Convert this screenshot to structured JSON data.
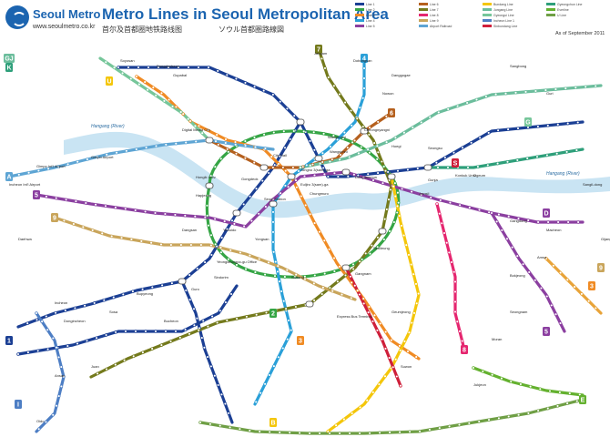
{
  "header": {
    "brand": "Seoul Metro",
    "website": "www.seoulmetro.co.kr",
    "title": "Metro Lines in Seoul Metropolitan Area",
    "subtitle_cn": "首尔及首都圈地铁路线图",
    "subtitle_jp": "ソウル首都圏路線図",
    "as_of": "As of September 2011"
  },
  "colors": {
    "brand": "#1b64b0",
    "river": "#c9e4f3",
    "line1": "#1b3f94",
    "line2": "#35a545",
    "line3": "#f08b24",
    "line4": "#2aa0d8",
    "line5": "#8b3fa0",
    "line6": "#b5601e",
    "line7": "#747a1c",
    "line8": "#e5266f",
    "line9": "#c9a55b",
    "airport": "#5ea5d4",
    "bundang": "#f4c60a",
    "jungang": "#6bbd9c",
    "gyeongui": "#76c69a",
    "incheon": "#4d7ec4",
    "sinbundang": "#cf1f3a",
    "gyeongchun": "#2e9f7a",
    "ui_e": "#6f9f45",
    "everline": "#64b12f",
    "agl": "#e8a338"
  },
  "legend": [
    {
      "key": "line1",
      "label": "Line 1"
    },
    {
      "key": "line2",
      "label": "Line 2"
    },
    {
      "key": "line3",
      "label": "Line 3"
    },
    {
      "key": "line4",
      "label": "Line 4"
    },
    {
      "key": "line5",
      "label": "Line 5"
    },
    {
      "key": "line6",
      "label": "Line 6"
    },
    {
      "key": "line7",
      "label": "Line 7"
    },
    {
      "key": "line8",
      "label": "Line 8"
    },
    {
      "key": "line9",
      "label": "Line 9"
    },
    {
      "key": "airport",
      "label": "Airport Railroad"
    },
    {
      "key": "bundang",
      "label": "Bundang Line"
    },
    {
      "key": "jungang",
      "label": "Jungang Line"
    },
    {
      "key": "gyeongui",
      "label": "Gyeongui Line"
    },
    {
      "key": "incheon",
      "label": "Incheon Line 1"
    },
    {
      "key": "sinbundang",
      "label": "Sinbundang Line"
    },
    {
      "key": "gyeongchun",
      "label": "Gyeongchun Line"
    },
    {
      "key": "everline",
      "label": "Everline"
    },
    {
      "key": "ui_e",
      "label": "U Line"
    }
  ],
  "map": {
    "river_label_w": "Hangang (River)",
    "river_label_e": "Hangang (River)",
    "stations": [
      "Soyosan",
      "Dongducheon",
      "Jangam",
      "Dobongsan",
      "Nowon",
      "Danggogae",
      "Cheongnyangni",
      "Sangbong",
      "Guri",
      "Hoegi",
      "Wangsimni",
      "City Hall",
      "Seoul Station",
      "Jongno 3(sam)-ga",
      "Dongdaemun",
      "Euljiro 3(sam)-ga",
      "Chungmuro",
      "Hongik Univ.",
      "Hapjeong",
      "Gongdeok",
      "Yeouido",
      "Yongsan",
      "Dangsan",
      "Yeongdeungpo-gu Office",
      "Sindorim",
      "Guro",
      "Sadang",
      "Gangnam",
      "Jamsil",
      "Seolleung",
      "Express Bus Terminal",
      "Geumjeong",
      "Suwon",
      "Incheon",
      "Bupyeong",
      "Gimpo Int'l Airport",
      "Gimpo Airport",
      "Digital Media City",
      "Gupabal",
      "Daehwa",
      "Ogeum",
      "Macheon",
      "Bokjeong",
      "Moran",
      "Seongnam",
      "Jukjeon",
      "Gijang",
      "Sangil-dong",
      "Amsa",
      "Gangdong",
      "Gunja",
      "Konkuk Univ.",
      "Seongsu",
      "Wangsimni",
      "Oido",
      "Ansan",
      "Juan",
      "Sosa",
      "Bucheon",
      "Dongincheon",
      "Incheon Int'l Airport"
    ],
    "badges": [
      "1",
      "2",
      "3",
      "4",
      "5",
      "6",
      "7",
      "8",
      "9",
      "U",
      "A",
      "S",
      "E",
      "G",
      "I",
      "K",
      "B",
      "D",
      "GJ",
      "9",
      "3",
      "5"
    ]
  }
}
